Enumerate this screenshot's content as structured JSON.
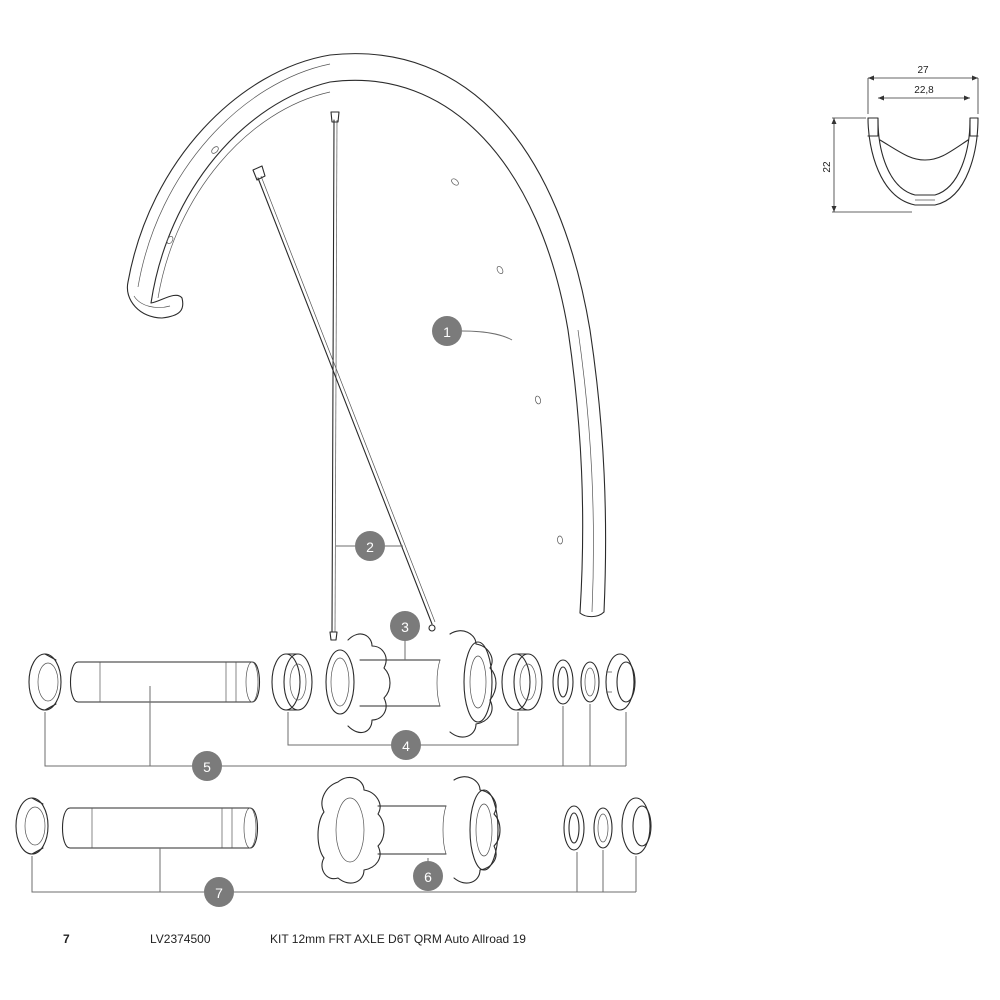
{
  "callouts": [
    {
      "id": "rim",
      "number": "1"
    },
    {
      "id": "spoke",
      "number": "2"
    },
    {
      "id": "hub-body",
      "number": "3"
    },
    {
      "id": "bearings",
      "number": "4"
    },
    {
      "id": "axle-kit-a",
      "number": "5"
    },
    {
      "id": "hub-assembly",
      "number": "6"
    },
    {
      "id": "axle-kit-b",
      "number": "7"
    }
  ],
  "rim_profile": {
    "outer_width": "27",
    "inner_width": "22,8",
    "height": "22"
  },
  "part_list": [
    {
      "kit": "7",
      "reference": "LV2374500",
      "description": "KIT 12mm FRT AXLE D6T QRM Auto Allroad 19"
    }
  ]
}
